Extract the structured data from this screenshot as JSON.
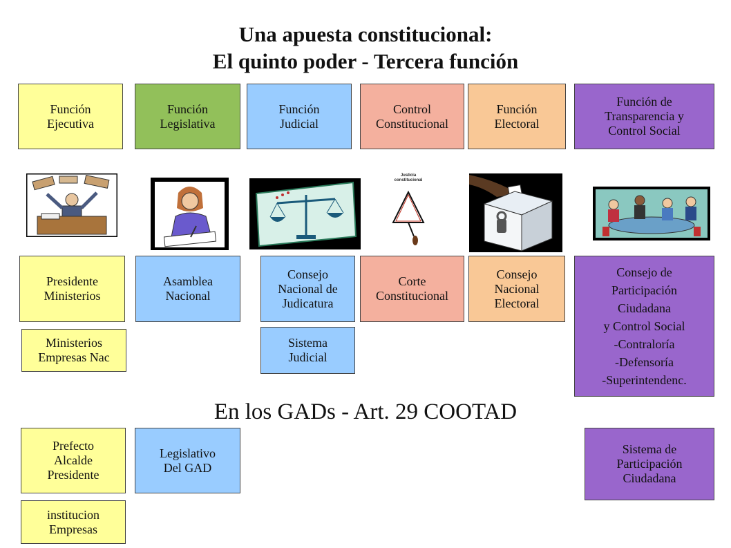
{
  "title": {
    "line1": "Una apuesta constitucional:",
    "line2": "El quinto poder - Tercera función"
  },
  "functions": [
    {
      "label": "Función\nEjecutiva",
      "color": "#ffff99"
    },
    {
      "label": "Función\nLegislativa",
      "color": "#92c05a"
    },
    {
      "label": "Función\nJudicial",
      "color": "#99ccff"
    },
    {
      "label": "Control\nConstitucional",
      "color": "#f4b09e"
    },
    {
      "label": "Función\nElectoral",
      "color": "#f9c896"
    },
    {
      "label": "Función de\nTransparencia y\nControl Social",
      "color": "#9966cc"
    }
  ],
  "illustrations": [
    {
      "icon": "executive-desk-icon"
    },
    {
      "icon": "legislator-writing-icon"
    },
    {
      "icon": "justice-scales-icon"
    },
    {
      "icon": "justice-book-cover-icon",
      "text": "Justicia constitucional"
    },
    {
      "icon": "ballot-box-icon"
    },
    {
      "icon": "meeting-table-icon"
    }
  ],
  "institutions": {
    "ejecutiva": [
      "Presidente\nMinisterios",
      "Ministerios\nEmpresas Nac"
    ],
    "legislativa": [
      "Asamblea\nNacional"
    ],
    "judicial": [
      "Consejo\nNacional de\nJudicatura",
      "Sistema\nJudicial"
    ],
    "constitucional": [
      "Corte\nConstitucional"
    ],
    "electoral": [
      "Consejo\nNacional\nElectoral"
    ],
    "transparencia": [
      "Consejo de\nParticipación\nCiudadana\ny Control Social\n-Contraloría\n-Defensoría\n-Superintendenc."
    ]
  },
  "gads": {
    "heading": "En los GADs - Art. 29 COOTAD",
    "ejecutivo": [
      "Prefecto\nAlcalde\nPresidente",
      "institucion\nEmpresas"
    ],
    "legislativo": "Legislativo\nDel GAD",
    "participacion": "Sistema de\nParticipación\nCiudadana"
  }
}
